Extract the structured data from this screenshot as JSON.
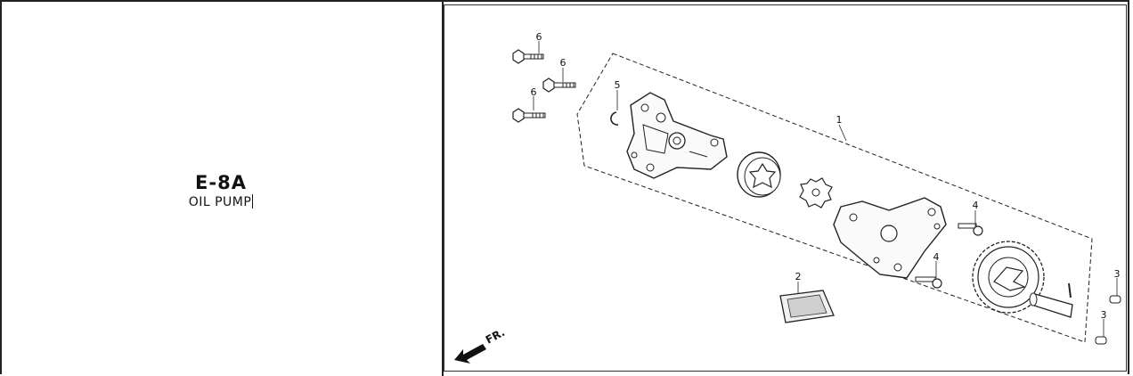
{
  "section": {
    "code": "E-8A",
    "name": "OIL PUMP"
  },
  "callouts": {
    "c1": "1",
    "c2": "2",
    "c3a": "3",
    "c3b": "3",
    "c4a": "4",
    "c4b": "4",
    "c5": "5",
    "c6a": "6",
    "c6b": "6",
    "c6c": "6"
  },
  "direction": {
    "label": "FR."
  }
}
